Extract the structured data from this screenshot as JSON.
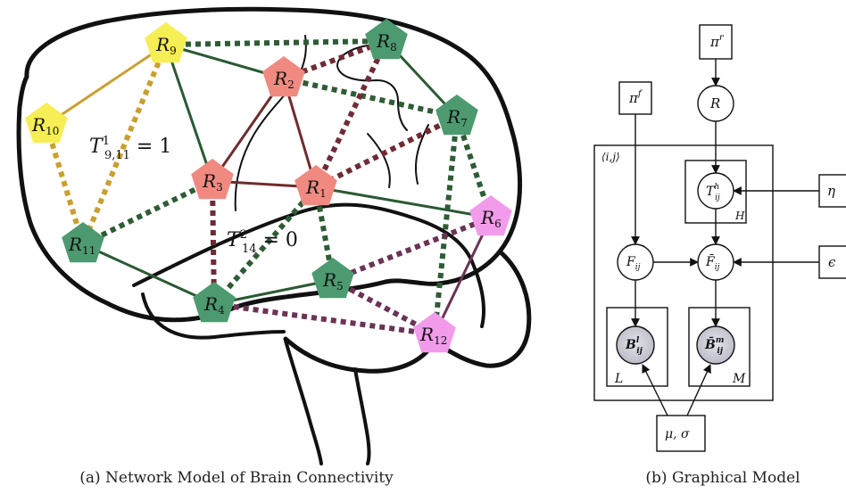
{
  "left_panel": {
    "caption": "(a) Network Model of Brain Connectivity",
    "annotations": [
      {
        "id": "t911",
        "text": "T^1_{9,11} = 1"
      },
      {
        "id": "t14",
        "text": "T^2_{14} = 0"
      }
    ],
    "colors": {
      "yellow": "#f6ee55",
      "pink_red": "#f08a80",
      "green": "#4d9a70",
      "magenta": "#f29bea",
      "solid_dark_green": "#2a5a32",
      "solid_dark_red": "#6e2c2c",
      "solid_gold": "#c9a030",
      "dotted_gold": "#c9a030",
      "dotted_dark_red": "#6f2b35",
      "dotted_green": "#2e5c35",
      "dotted_purple": "#6b3356"
    },
    "nodes": [
      {
        "id": "R9",
        "base": "R",
        "sub": "9",
        "color": "yellow"
      },
      {
        "id": "R10",
        "base": "R",
        "sub": "10",
        "color": "yellow"
      },
      {
        "id": "R8",
        "base": "R",
        "sub": "8",
        "color": "green"
      },
      {
        "id": "R2",
        "base": "R",
        "sub": "2",
        "color": "pink_red"
      },
      {
        "id": "R7",
        "base": "R",
        "sub": "7",
        "color": "green"
      },
      {
        "id": "R3",
        "base": "R",
        "sub": "3",
        "color": "pink_red"
      },
      {
        "id": "R1",
        "base": "R",
        "sub": "1",
        "color": "pink_red"
      },
      {
        "id": "R6",
        "base": "R",
        "sub": "6",
        "color": "magenta"
      },
      {
        "id": "R11",
        "base": "R",
        "sub": "11",
        "color": "green"
      },
      {
        "id": "R5",
        "base": "R",
        "sub": "5",
        "color": "green"
      },
      {
        "id": "R4",
        "base": "R",
        "sub": "4",
        "color": "green"
      },
      {
        "id": "R12",
        "base": "R",
        "sub": "12",
        "color": "magenta"
      }
    ],
    "edges": [
      {
        "from": "R9",
        "to": "R10",
        "style": "solid",
        "color": "solid_gold"
      },
      {
        "from": "R9",
        "to": "R11",
        "style": "dotted",
        "color": "dotted_gold"
      },
      {
        "from": "R10",
        "to": "R11",
        "style": "dotted",
        "color": "dotted_gold"
      },
      {
        "from": "R9",
        "to": "R8",
        "style": "dotted",
        "color": "dotted_green"
      },
      {
        "from": "R9",
        "to": "R2",
        "style": "solid",
        "color": "solid_dark_green"
      },
      {
        "from": "R9",
        "to": "R3",
        "style": "solid",
        "color": "solid_dark_green"
      },
      {
        "from": "R2",
        "to": "R8",
        "style": "dotted",
        "color": "dotted_dark_red"
      },
      {
        "from": "R2",
        "to": "R7",
        "style": "dotted",
        "color": "dotted_green"
      },
      {
        "from": "R2",
        "to": "R3",
        "style": "solid",
        "color": "solid_dark_red"
      },
      {
        "from": "R2",
        "to": "R1",
        "style": "solid",
        "color": "solid_dark_red"
      },
      {
        "from": "R3",
        "to": "R1",
        "style": "solid",
        "color": "solid_dark_red"
      },
      {
        "from": "R8",
        "to": "R7",
        "style": "solid",
        "color": "solid_dark_green"
      },
      {
        "from": "R8",
        "to": "R1",
        "style": "dotted",
        "color": "dotted_dark_red"
      },
      {
        "from": "R7",
        "to": "R1",
        "style": "dotted",
        "color": "dotted_dark_red"
      },
      {
        "from": "R7",
        "to": "R6",
        "style": "dotted",
        "color": "dotted_green"
      },
      {
        "from": "R7",
        "to": "R12",
        "style": "dotted",
        "color": "dotted_green"
      },
      {
        "from": "R1",
        "to": "R6",
        "style": "solid",
        "color": "solid_dark_green"
      },
      {
        "from": "R1",
        "to": "R5",
        "style": "dotted",
        "color": "dotted_green"
      },
      {
        "from": "R1",
        "to": "R4",
        "style": "dotted",
        "color": "dotted_green"
      },
      {
        "from": "R3",
        "to": "R11",
        "style": "dotted",
        "color": "dotted_green"
      },
      {
        "from": "R3",
        "to": "R4",
        "style": "dotted",
        "color": "dotted_dark_red"
      },
      {
        "from": "R11",
        "to": "R4",
        "style": "solid",
        "color": "solid_dark_green"
      },
      {
        "from": "R4",
        "to": "R5",
        "style": "solid",
        "color": "solid_dark_green"
      },
      {
        "from": "R4",
        "to": "R12",
        "style": "dotted",
        "color": "dotted_purple"
      },
      {
        "from": "R5",
        "to": "R6",
        "style": "dotted",
        "color": "dotted_purple"
      },
      {
        "from": "R5",
        "to": "R12",
        "style": "dotted",
        "color": "dotted_purple"
      },
      {
        "from": "R12",
        "to": "R6",
        "style": "solid",
        "color": "dotted_purple"
      }
    ]
  },
  "right_panel": {
    "caption": "(b) Graphical Model",
    "plate_label": "⟨i,j⟩",
    "subplates": {
      "H": "H",
      "L": "L",
      "M": "M"
    },
    "nodes": [
      {
        "id": "pir",
        "kind": "box",
        "base": "π",
        "sup": "r"
      },
      {
        "id": "R",
        "kind": "circle",
        "base": "R"
      },
      {
        "id": "pif",
        "kind": "box",
        "base": "π",
        "sup": "f"
      },
      {
        "id": "T",
        "kind": "circle",
        "base": "T",
        "sup": "h",
        "sub": "ij"
      },
      {
        "id": "eta",
        "kind": "box",
        "base": "η"
      },
      {
        "id": "F",
        "kind": "circle",
        "base": "F",
        "sub": "ij"
      },
      {
        "id": "Fbar",
        "kind": "circle",
        "base": "F̄",
        "sub": "ij"
      },
      {
        "id": "eps",
        "kind": "box",
        "base": "ϵ"
      },
      {
        "id": "B",
        "kind": "shaded",
        "base": "B",
        "sup": "l",
        "sub": "ij"
      },
      {
        "id": "Bbar",
        "kind": "shaded",
        "base": "B̄",
        "sup": "m",
        "sub": "ij"
      },
      {
        "id": "musig",
        "kind": "box",
        "base": "μ, σ"
      }
    ],
    "edges": [
      [
        "pir",
        "R"
      ],
      [
        "R",
        "T"
      ],
      [
        "eta",
        "T"
      ],
      [
        "T",
        "Fbar"
      ],
      [
        "pif",
        "F"
      ],
      [
        "F",
        "Fbar"
      ],
      [
        "eps",
        "Fbar"
      ],
      [
        "F",
        "B"
      ],
      [
        "Fbar",
        "Bbar"
      ],
      [
        "musig",
        "B"
      ],
      [
        "musig",
        "Bbar"
      ]
    ]
  }
}
